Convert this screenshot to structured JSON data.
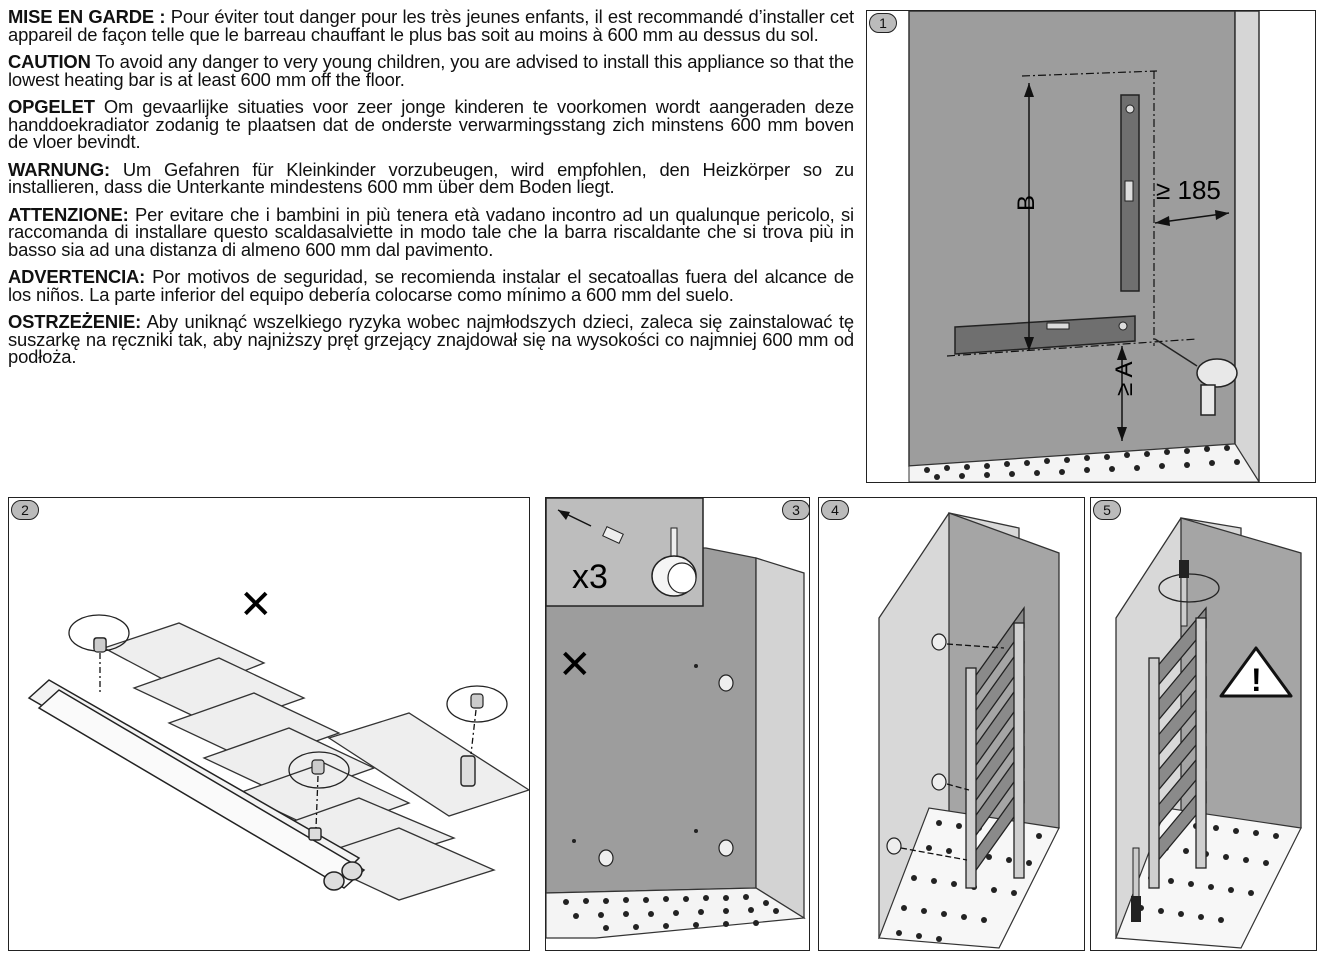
{
  "warnings": [
    {
      "lang": "fr",
      "heading": "MISE EN GARDE :",
      "text": " Pour éviter tout danger pour les très jeunes enfants, il est recommandé d’installer cet appareil de façon telle que le barreau chauffant le plus bas soit au moins à 600 mm au dessus du sol."
    },
    {
      "lang": "en",
      "heading": "CAUTION",
      "text": " To avoid any danger to very young children, you are advised to install this appliance so that the lowest heating bar is at least 600 mm off the floor."
    },
    {
      "lang": "nl",
      "heading": "OPGELET",
      "text": " Om gevaarlijke situaties voor zeer jonge kinderen te voorkomen wordt aangeraden deze handdoekradiator zodanig te plaatsen dat de onderste verwarmingsstang zich minstens 600 mm boven de vloer bevindt."
    },
    {
      "lang": "de",
      "heading": "WARNUNG:",
      "text": " Um Gefahren für Kleinkinder vorzubeugen, wird empfohlen, den Heizkörper so zu installieren, dass die Unterkante mindestens 600 mm über dem Boden liegt."
    },
    {
      "lang": "it",
      "heading": "ATTENZIONE:",
      "text": " Per evitare che i bambini in più tenera età vadano incontro ad un qualunque pericolo, si raccomanda di installare questo scaldasalviette in modo tale che la barra riscaldante che si trova più in basso sia ad una distanza di almeno 600 mm dal pavimento."
    },
    {
      "lang": "es",
      "heading": "ADVERTENCIA:",
      "text": " Por motivos de seguridad, se recomienda instalar el secatoallas fuera del alcance de los niños. La parte inferior del equipo debería colocarse como mínimo a 600 mm del suelo."
    },
    {
      "lang": "pl",
      "heading": "OSTRZEŻENIE:",
      "text": " Aby uniknąć wszelkiego ryzyka wobec najmłodszych dzieci, zaleca się zainstalować tę suszarkę na ręczniki tak, aby najniższy pręt grzejący znajdował się na wysokości co najmniej 600 mm od podłoża."
    }
  ],
  "steps": [
    {
      "number": "1",
      "labels": {
        "height": "B",
        "offset": "≥ 185",
        "floor": "≥ A"
      }
    },
    {
      "number": "2",
      "labels": {
        "forbidden": "✕"
      }
    },
    {
      "number": "3",
      "labels": {
        "quantity": "x3",
        "forbidden": "✕"
      }
    },
    {
      "number": "4"
    },
    {
      "number": "5",
      "labels": {
        "warning": "!"
      }
    }
  ]
}
